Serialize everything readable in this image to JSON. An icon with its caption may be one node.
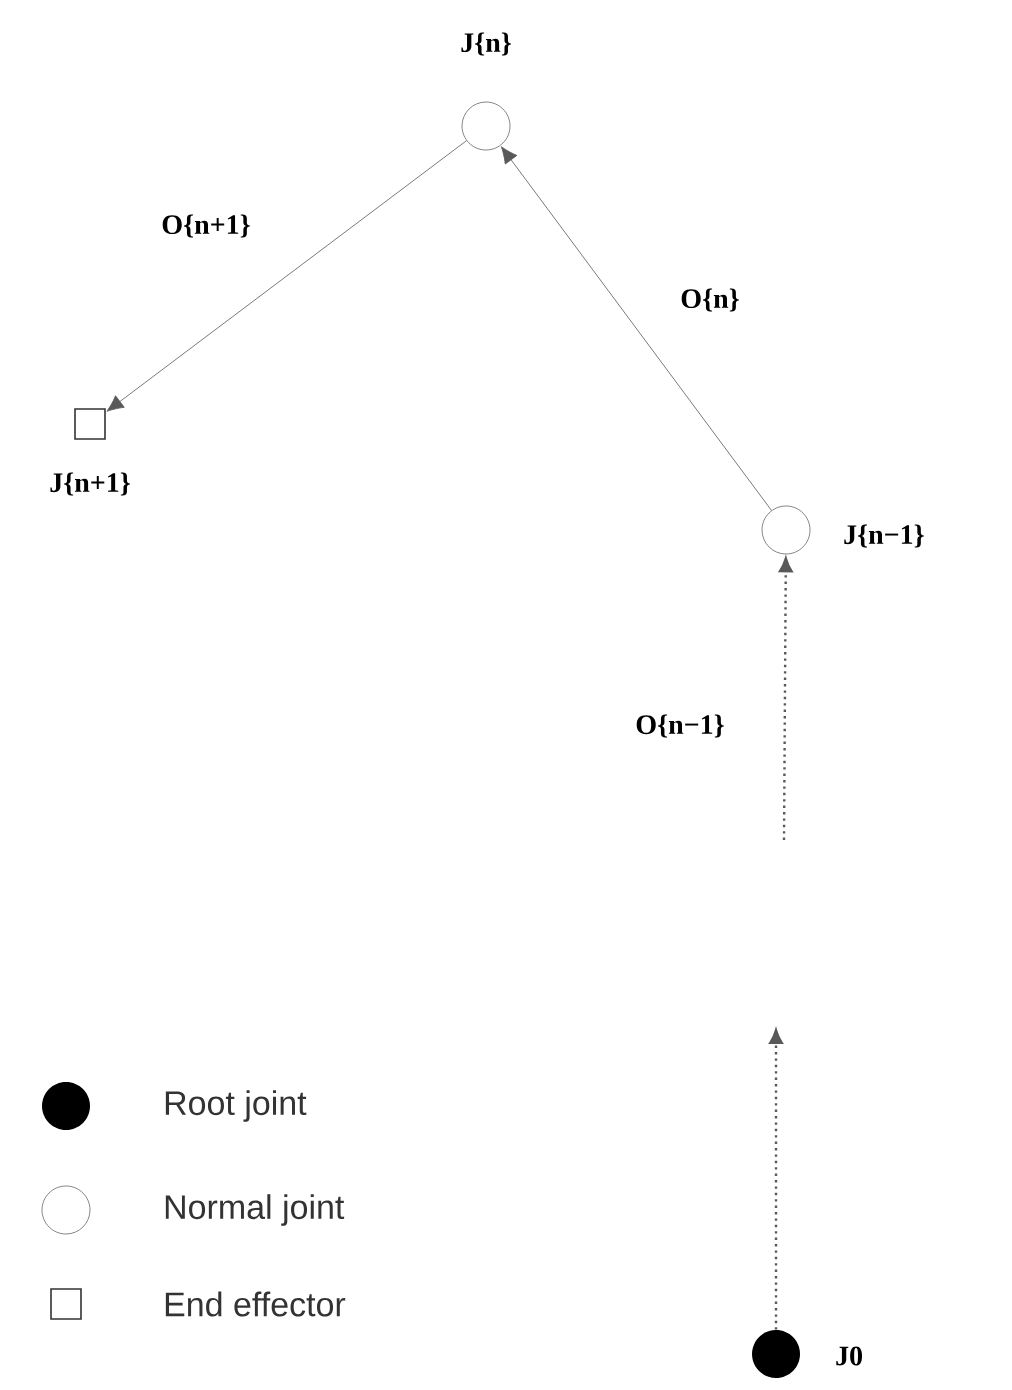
{
  "diagram": {
    "nodes": [
      {
        "text": [
          "J{n}"
        ]
      },
      {
        "text": [
          "J{n+1}"
        ]
      },
      {
        "text": [
          "J{n−1}"
        ]
      },
      {
        "text": [
          "J0"
        ]
      }
    ],
    "edges": [
      {
        "from": 0,
        "to": 1,
        "arrow": "to",
        "label": "O{n+1}"
      },
      {
        "from": 2,
        "to": 0,
        "arrow": "to",
        "label": "O{n}"
      },
      {
        "from": null,
        "to": 2,
        "arrow": "to",
        "label": "O{n−1}",
        "style": "dashed"
      },
      {
        "from": 3,
        "to": null,
        "arrow": "to",
        "style": "dashed"
      }
    ],
    "legend": [
      {
        "text": "Root joint"
      },
      {
        "text": "Normal joint"
      },
      {
        "text": "End effector"
      }
    ]
  }
}
